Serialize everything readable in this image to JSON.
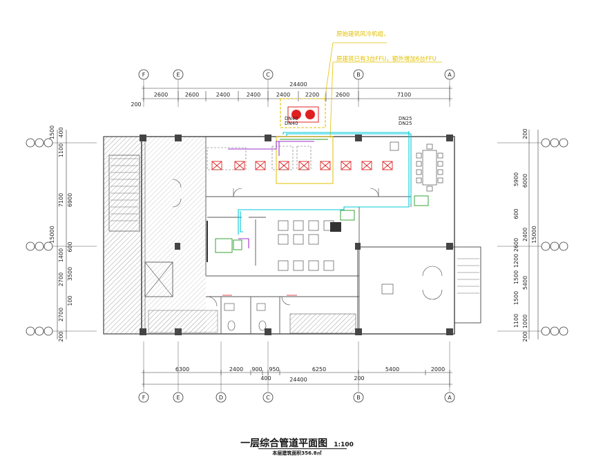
{
  "drawing": {
    "title": "一层综合管道平面图",
    "scale": "1:100",
    "area_note": "本层建筑面积356.8㎡",
    "annotations": {
      "line1": "原始建筑风冷机组，",
      "line2": "原建筑已有3台FFU，额外增加6台FFU"
    },
    "pipe_labels": {
      "left_a": "DN40",
      "left_b": "DN40",
      "right_a": "DN25",
      "right_b": "DN25"
    },
    "axes_top": [
      "F",
      "E",
      "C",
      "B",
      "A"
    ],
    "axes_bottom": [
      "F",
      "E",
      "D",
      "C",
      "B",
      "A"
    ],
    "top_dims": [
      "2600",
      "2600",
      "2400",
      "2400",
      "2400",
      "2200",
      "2600",
      "7100"
    ],
    "top_total": "24400",
    "top_left_offset": "200",
    "bottom_dims": [
      "6300",
      "2400",
      "900",
      "950",
      "6250",
      "5400",
      "2000"
    ],
    "bottom_small": [
      "400",
      "200"
    ],
    "bottom_total": "24400",
    "left_dims_outer": [
      "1500",
      "1100",
      "7100",
      "15000",
      "1400",
      "2700",
      "2700",
      "200"
    ],
    "left_dims_inner": [
      "400",
      "6900",
      "600",
      "3500",
      "100"
    ],
    "right_dims_outer": [
      "200",
      "5900",
      "2400",
      "15000",
      "1200",
      "1500",
      "1500",
      "1100",
      "200"
    ],
    "right_dims_inner": [
      "6000",
      "2600",
      "5400",
      "1000",
      "600"
    ],
    "colors": {
      "annotation": "#e2c000",
      "pipe_cyan": "#00c8d8",
      "pipe_purple": "#9b30c8",
      "ffu_red": "#e02020",
      "equipment_green": "#209a20",
      "wall": "#555555"
    }
  }
}
